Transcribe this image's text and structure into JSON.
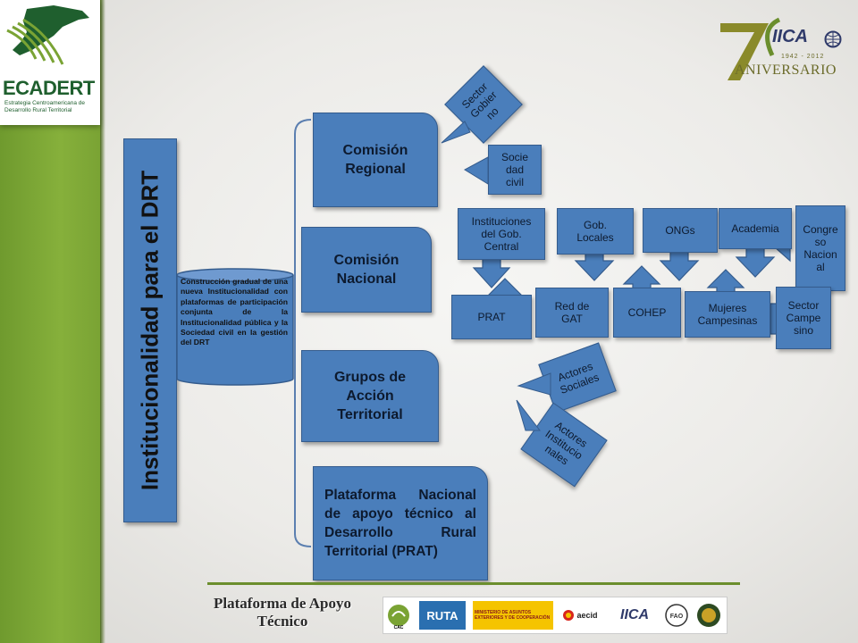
{
  "logo": {
    "name": "ECADERT",
    "subtitle": "Estrategia Centroamericana de Desarrollo Rural Territorial"
  },
  "anniversary": {
    "brand": "IICA",
    "years": "1942 - 2012",
    "word": "ANIVERSARIO",
    "number": "70"
  },
  "diagram": {
    "main_title": "Institucionalidad para el DRT",
    "cylinder_text": "Construcción gradual de una nueva Institucionalidad con plataformas de participación conjunta de la Institucionalidad pública y la Sociedad civil en la gestión del DRT",
    "branches": [
      "Comisión Regional",
      "Comisión Nacional",
      "Grupos de Acción Territorial",
      "Plataforma Nacional de apoyo técnico al Desarrollo Rural Territorial (PRAT)"
    ],
    "regional_callouts": [
      "Sector Gobier no",
      "Socie dad civil"
    ],
    "national_top": [
      "Instituciones del Gob. Central",
      "Gob. Locales",
      "ONGs",
      "Academia",
      "Congre so Nacion al"
    ],
    "national_bottom": [
      "PRAT",
      "Red de GAT",
      "COHEP",
      "Mujeres Campesinas",
      "Sector Campe sino"
    ],
    "gat_callouts": [
      "Actores Sociales",
      "Actores Institucio nales"
    ]
  },
  "footer": {
    "title": "Plataforma de Apoyo Técnico",
    "sponsors": [
      "CAC",
      "RUTA",
      "MINISTERIO DE ASUNTOS EXTERIORES Y DE COOPERACIÓN",
      "aecid",
      "IICA",
      "FAO"
    ]
  },
  "colors": {
    "box": "#4a7ebb",
    "sidebar": "#86b03b",
    "title_text": "#111111"
  }
}
